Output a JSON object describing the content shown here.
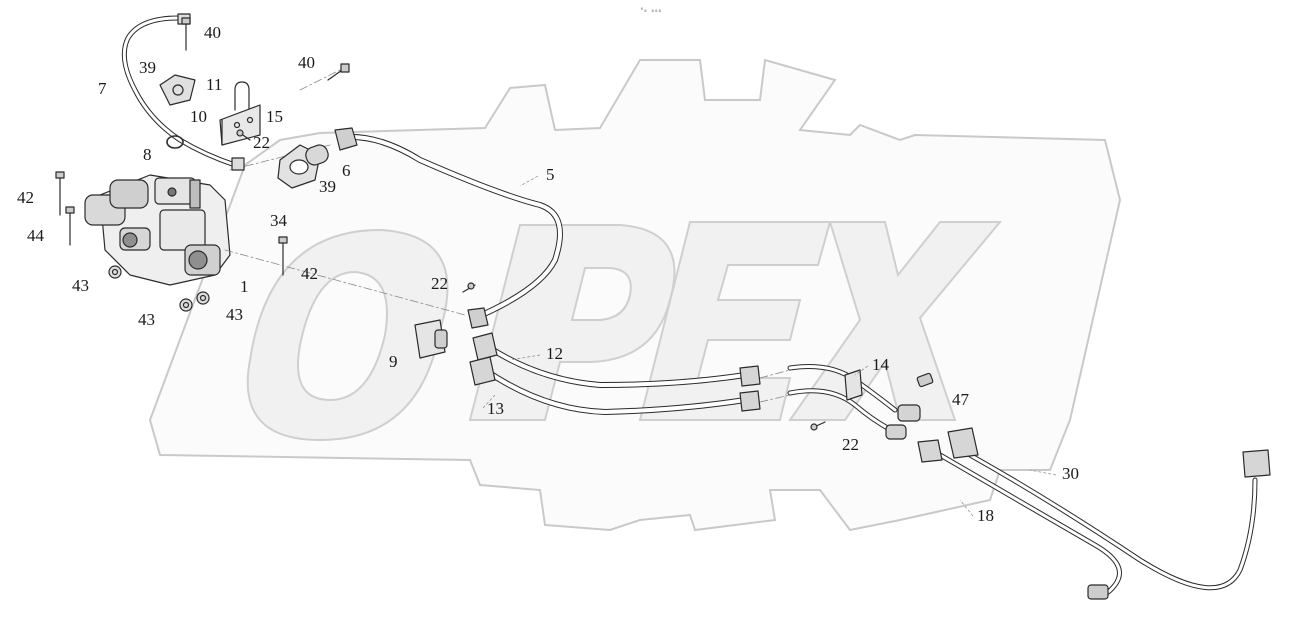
{
  "header": {
    "code": "⁰₀ ₀₀₀"
  },
  "watermark": {
    "text": "OPEX",
    "fill": "#e6e6e6",
    "stroke": "#c7c7c7"
  },
  "callouts": [
    "1",
    "5",
    "6",
    "7",
    "8",
    "9",
    "10",
    "11",
    "12",
    "13",
    "14",
    "15",
    "18",
    "22",
    "22",
    "22",
    "30",
    "34",
    "39",
    "39",
    "40",
    "40",
    "42",
    "42",
    "43",
    "43",
    "43",
    "44",
    "47"
  ],
  "colors": {
    "line": "#2b2b2b",
    "part_fill": "#f2f2f2",
    "part_dark": "#9a9a9a"
  }
}
